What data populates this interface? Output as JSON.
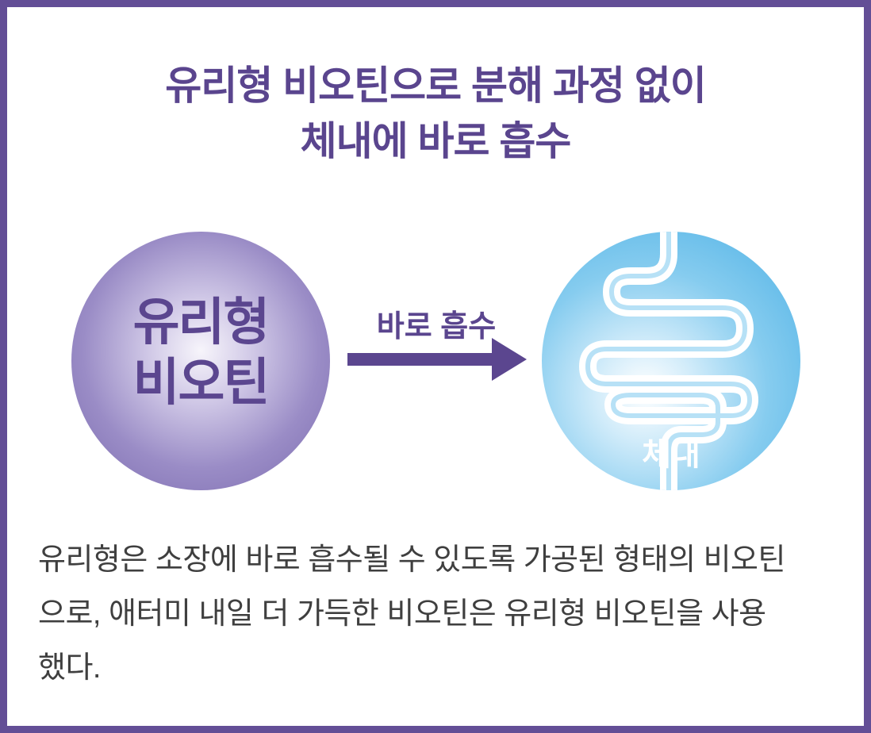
{
  "title": {
    "line1": "유리형 비오틴으로 분해 과정 없이",
    "line2": "체내에 바로 흡수"
  },
  "left_orb": {
    "line1": "유리형",
    "line2": "비오틴"
  },
  "arrow": {
    "label": "바로 흡수"
  },
  "right_orb": {
    "label": "체내",
    "icon": "intestine-icon"
  },
  "description": {
    "line1": "유리형은 소장에 바로 흡수될 수 있도록 가공된 형태의 비오틴",
    "line2": "으로, 애터미 내일 더 가득한 비오틴은 유리형 비오틴을 사용",
    "line3": "했다."
  },
  "colors": {
    "border": "#634e96",
    "title": "#5a458e",
    "left_orb": "#8f80c0",
    "right_orb": "#4cb0e5",
    "arrow": "#5b468f",
    "body_text": "#3f3f3f"
  }
}
